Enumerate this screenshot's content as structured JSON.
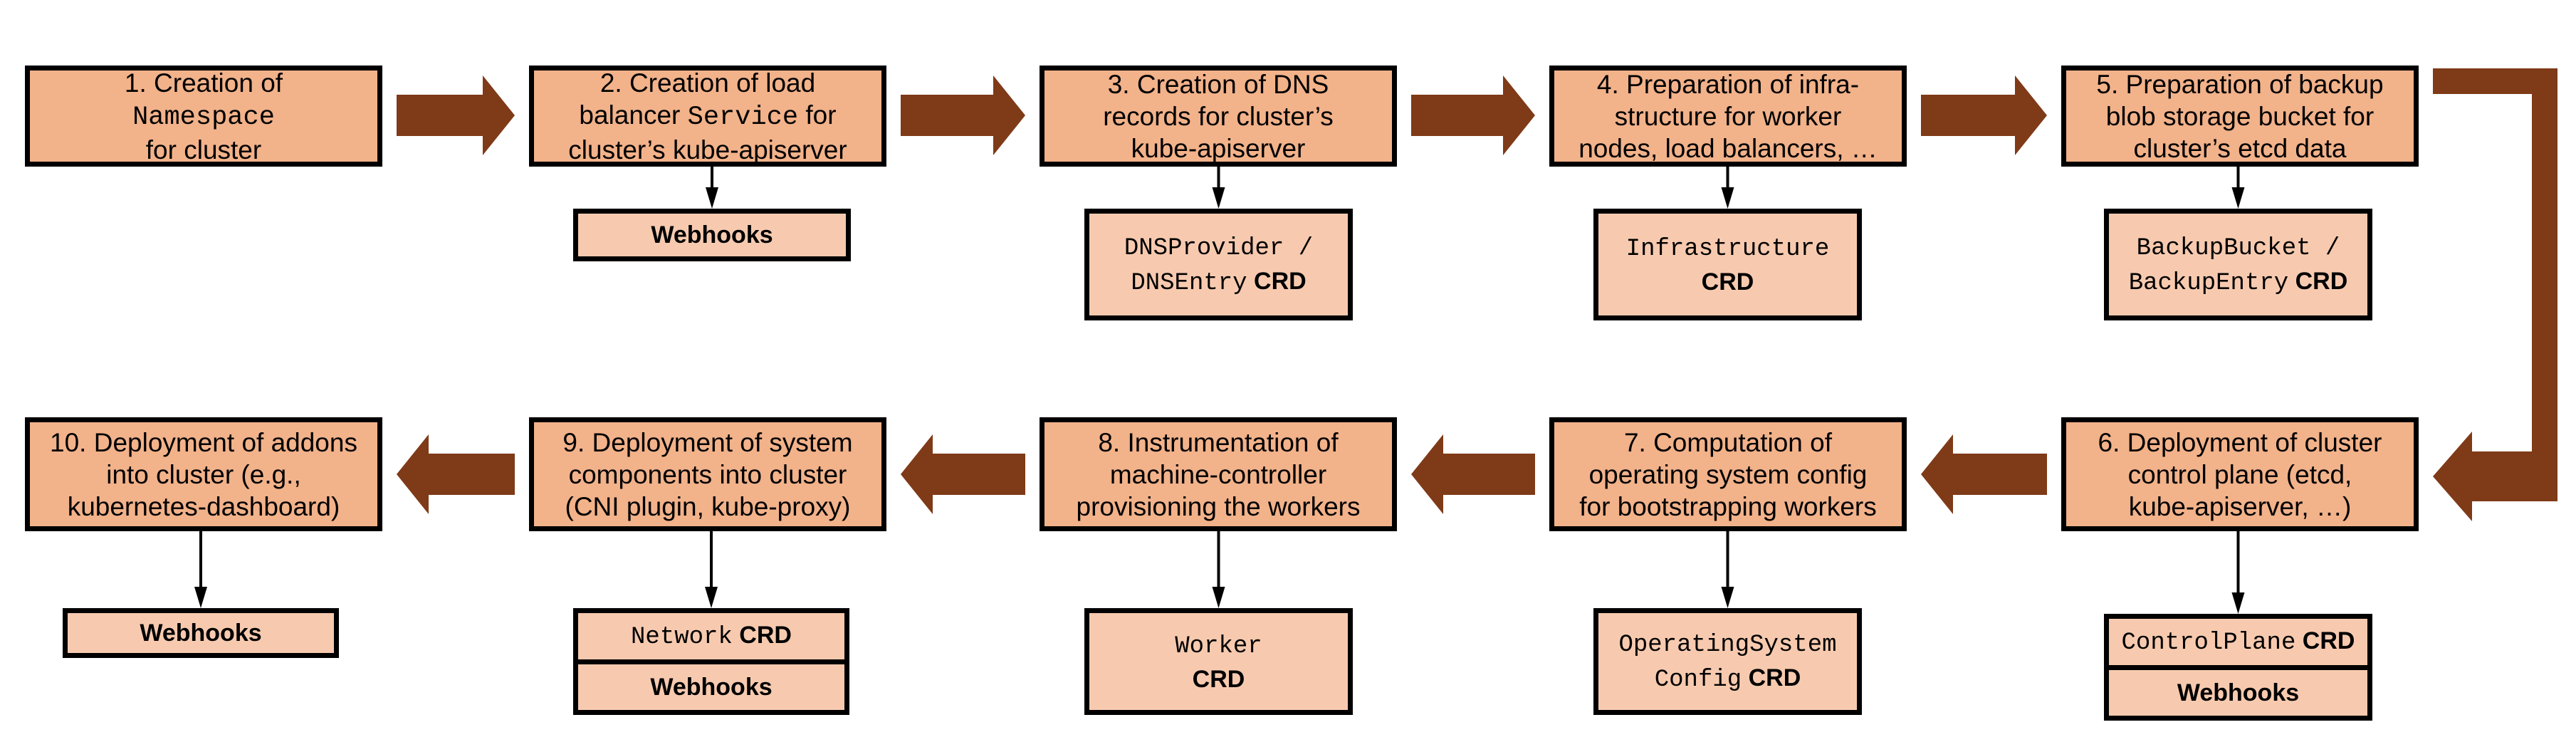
{
  "colors": {
    "step_fill": "#F2B28A",
    "resource_fill": "#F7CAAF",
    "flow_arrow": "#7F3A17",
    "border": "#000000"
  },
  "steps": [
    {
      "lines": [
        [
          "1. Creation of"
        ],
        [
          "@Namespace"
        ],
        [
          "for cluster"
        ]
      ]
    },
    {
      "lines": [
        [
          "2. Creation of load"
        ],
        [
          "balancer ",
          "@Service",
          " for"
        ],
        [
          "cluster’s kube-apiserver"
        ]
      ]
    },
    {
      "lines": [
        [
          "3. Creation of DNS"
        ],
        [
          "records for cluster’s"
        ],
        [
          "kube-apiserver"
        ]
      ]
    },
    {
      "lines": [
        [
          "4. Preparation of infra-"
        ],
        [
          "structure for worker"
        ],
        [
          "nodes, load balancers, …"
        ]
      ]
    },
    {
      "lines": [
        [
          "5. Preparation of backup"
        ],
        [
          "blob storage bucket for"
        ],
        [
          "cluster’s etcd data"
        ]
      ]
    },
    {
      "lines": [
        [
          "6. Deployment of cluster"
        ],
        [
          "control plane (etcd,"
        ],
        [
          "kube-apiserver, …)"
        ]
      ]
    },
    {
      "lines": [
        [
          "7. Computation of"
        ],
        [
          "operating system config"
        ],
        [
          "for bootstrapping workers"
        ]
      ]
    },
    {
      "lines": [
        [
          "8. Instrumentation of"
        ],
        [
          "machine-controller"
        ],
        [
          "provisioning the workers"
        ]
      ]
    },
    {
      "lines": [
        [
          "9. Deployment of system"
        ],
        [
          "components into cluster"
        ],
        [
          "(CNI plugin, kube-proxy)"
        ]
      ]
    },
    {
      "lines": [
        [
          "10. Deployment of addons"
        ],
        [
          "into cluster (e.g.,"
        ],
        [
          "kubernetes-dashboard)"
        ]
      ]
    }
  ],
  "resources": [
    {
      "step": 2,
      "cells": [
        [
          [
            "Webhooks"
          ]
        ]
      ]
    },
    {
      "step": 3,
      "cells": [
        [
          [
            "@DNSProvider /"
          ],
          [
            "@DNSEntry",
            " CRD"
          ]
        ]
      ]
    },
    {
      "step": 4,
      "cells": [
        [
          [
            "@Infrastructure"
          ],
          [
            "CRD"
          ]
        ]
      ]
    },
    {
      "step": 5,
      "cells": [
        [
          [
            "@BackupBucket /"
          ],
          [
            "@BackupEntry",
            " CRD"
          ]
        ]
      ]
    },
    {
      "step": 6,
      "cells": [
        [
          [
            "@ControlPlane",
            " CRD"
          ]
        ],
        [
          [
            "Webhooks"
          ]
        ]
      ]
    },
    {
      "step": 7,
      "cells": [
        [
          [
            "@OperatingSystem"
          ],
          [
            "@Config",
            " CRD"
          ]
        ]
      ]
    },
    {
      "step": 8,
      "cells": [
        [
          [
            "@Worker"
          ],
          [
            "CRD"
          ]
        ]
      ]
    },
    {
      "step": 9,
      "cells": [
        [
          [
            "@Network",
            " CRD"
          ]
        ],
        [
          [
            "Webhooks"
          ]
        ]
      ]
    },
    {
      "step": 10,
      "cells": [
        [
          [
            "Webhooks"
          ]
        ]
      ]
    }
  ]
}
